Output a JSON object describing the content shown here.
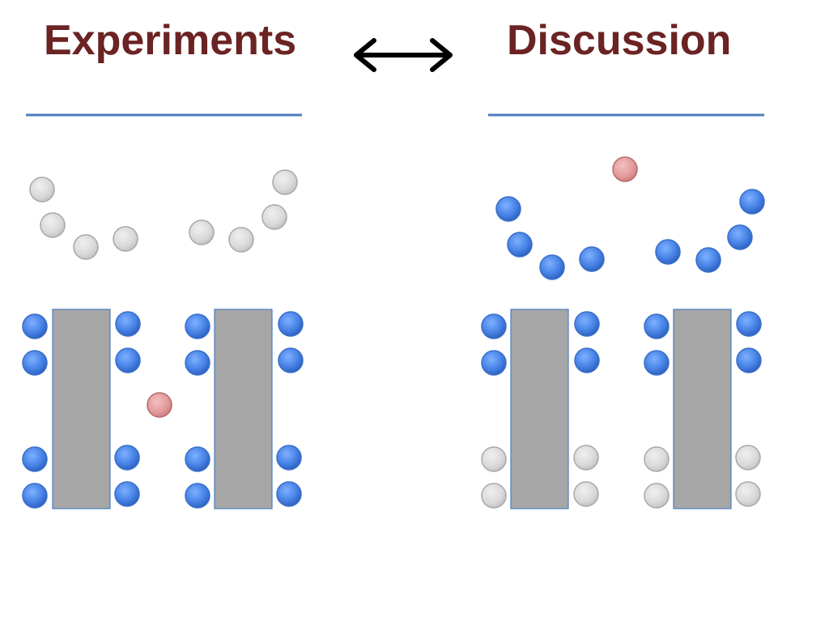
{
  "titles": {
    "left": "Experiments",
    "right": "Discussion"
  },
  "colors": {
    "title": "#6b2323",
    "line": "#4a7ebb",
    "table_fill": "#a6a6a6",
    "table_stroke": "#4a7ebb",
    "person_active": "#4a86e8",
    "person_idle": "#d9d9d9",
    "facilitator": "#e6a0a0"
  },
  "icons": {
    "arrow": "double-headed-arrow-icon"
  },
  "panels": [
    {
      "name": "experiments",
      "arc_people_state": "idle",
      "table_people_state": [
        "active",
        "active",
        "active",
        "active",
        "active",
        "active",
        "active",
        "active",
        "active",
        "active",
        "active",
        "active",
        "active",
        "active",
        "active",
        "active"
      ],
      "facilitator_position": "between-tables"
    },
    {
      "name": "discussion",
      "arc_people_state": "active",
      "table_people_state": [
        "active",
        "active",
        "active",
        "active",
        "idle",
        "idle",
        "idle",
        "idle",
        "active",
        "active",
        "active",
        "active",
        "idle",
        "idle",
        "idle",
        "idle"
      ],
      "facilitator_position": "above-arc"
    }
  ]
}
